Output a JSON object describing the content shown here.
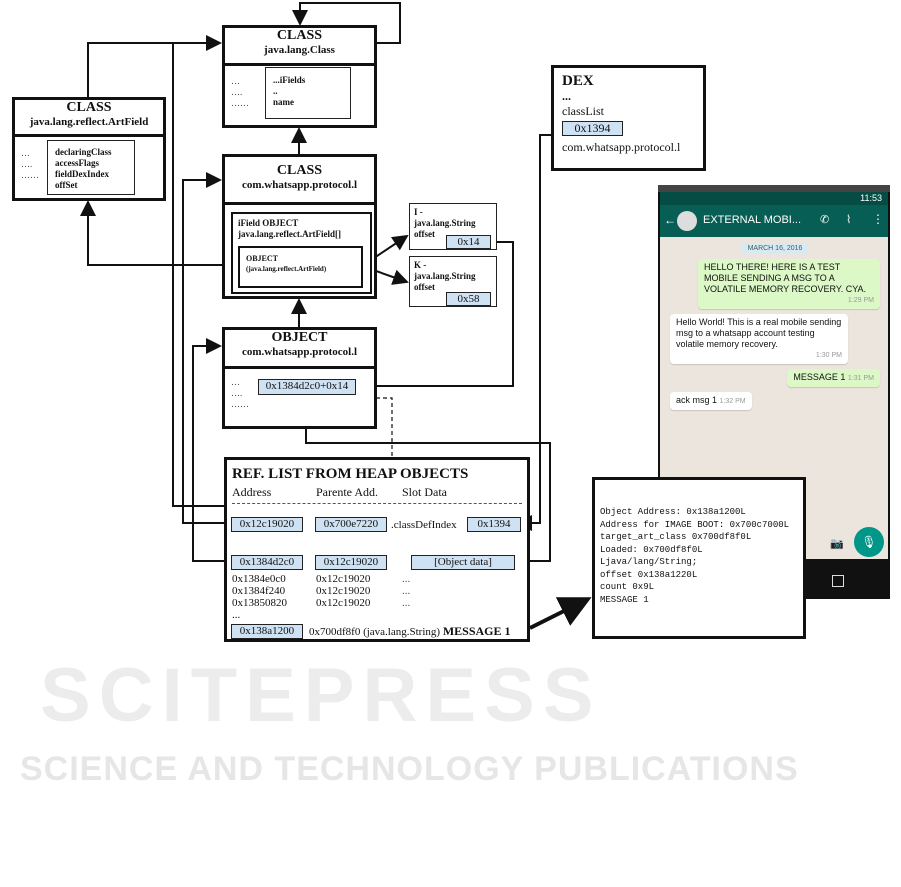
{
  "watermark": {
    "line1": "SCITEPRESS",
    "line2": "SCIENCE AND TECHNOLOGY PUBLICATIONS"
  },
  "artfield_class": {
    "title": "CLASS",
    "subtitle": "java.lang.reflect.ArtField",
    "dots": [
      "…",
      "….",
      "……"
    ],
    "fields": [
      "declaringClass",
      "accessFlags",
      "fieldDexIndex",
      "offSet"
    ]
  },
  "lang_class": {
    "title": "CLASS",
    "subtitle": "java.lang.Class",
    "dots": [
      "…",
      "….",
      "……"
    ],
    "fields": [
      "...iFields",
      "..",
      "name"
    ]
  },
  "whatsapp_class": {
    "title": "CLASS",
    "subtitle": "com.whatsapp.protocol.l",
    "ifield_title": "iField OBJECT",
    "ifield_type": "java.lang.reflect.ArtField[]",
    "object_title": "OBJECT",
    "object_type": "(java.lang.reflect.ArtField)"
  },
  "field_i": {
    "name": "I -",
    "type": "java.lang.String",
    "offset_label": "offset",
    "offset": "0x14"
  },
  "field_k": {
    "name": "K -",
    "type": "java.lang.String",
    "offset_label": "offset",
    "offset": "0x58"
  },
  "object": {
    "title": "OBJECT",
    "subtitle": "com.whatsapp.protocol.l",
    "dots": [
      "…",
      "….",
      "……"
    ],
    "address": "0x1384d2c0+0x14"
  },
  "dex": {
    "title": "DEX",
    "dots": "...",
    "class_list": "classList",
    "index": "0x1394",
    "class_name": "com.whatsapp.protocol.l"
  },
  "ref_list": {
    "title": "REF. LIST FROM HEAP OBJECTS",
    "headers": [
      "Address",
      "Parente Add.",
      "Slot Data"
    ],
    "row1": {
      "address": "0x12c19020",
      "parent": "0x700e7220",
      "slot_label": ".classDefIndex",
      "slot": "0x1394"
    },
    "row2": {
      "address": "0x1384d2c0",
      "parent": "0x12c19020",
      "slot": "[Object data]"
    },
    "rows": [
      {
        "address": "0x1384e0c0",
        "parent": "0x12c19020",
        "slot": "..."
      },
      {
        "address": "0x1384f240",
        "parent": "0x12c19020",
        "slot": "..."
      },
      {
        "address": "0x13850820",
        "parent": "0x12c19020",
        "slot": "..."
      }
    ],
    "ellipsis": "...",
    "last": {
      "address": "0x138a1200",
      "slot": "0x700df8f0 (java.lang.String)",
      "message": "MESSAGE 1"
    }
  },
  "phone": {
    "time": "11:53",
    "contact": "EXTERNAL MOBI...",
    "date": "MARCH 16, 2016",
    "messages": [
      {
        "text": "HELLO THERE! HERE IS A TEST MOBILE SENDING A MSG TO A VOLATILE MEMORY RECOVERY. CYA.",
        "time": "1:29 PM",
        "out": true
      },
      {
        "text": "Hello World! This is a real mobile sending msg to a whatsapp account testing volatile memory recovery.",
        "time": "1:30 PM",
        "out": false
      },
      {
        "text": "MESSAGE 1",
        "time": "1:31 PM",
        "out": true
      },
      {
        "text": "ack msg 1",
        "time": "1:32 PM",
        "out": false
      }
    ],
    "colors": {
      "header": "#075e54",
      "accent": "#009688",
      "out_bubble": "#dcf8c6",
      "bg": "#ece5dd"
    }
  },
  "memory_dump": [
    "Object Address: 0x138a1200L",
    "Address for IMAGE BOOT: 0x700c7000L",
    "target_art_class 0x700df8f0L",
    "Loaded: 0x700df8f0L",
    "Ljava/lang/String;",
    "offset 0x138a1220L",
    "count 0x9L",
    "MESSAGE 1"
  ]
}
